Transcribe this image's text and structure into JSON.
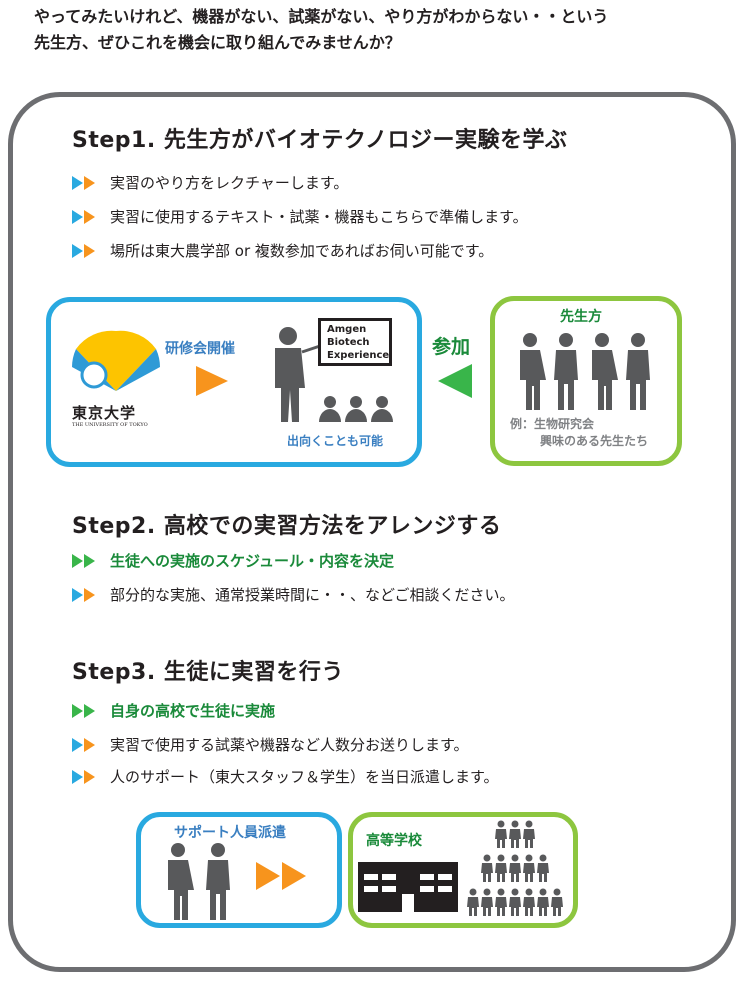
{
  "intro": {
    "line1": "やってみたいけれど、機器がない、試薬がない、やり方がわからない・・という",
    "line2": "先生方、ぜひこれを機会に取り組んでみませんか？"
  },
  "step1": {
    "title": "Step1. 先生方がバイオテクノロジー実験を学ぶ",
    "bullets": [
      "実習のやり方をレクチャーします。",
      "実習に使用するテキスト・試薬・機器もこちらで準備します。",
      "場所は東大農学部 or 複数参加であればお伺い可能です。"
    ],
    "diagram": {
      "univ_name": "東京大学",
      "univ_sub": "THE UNIVERSITY OF TOKYO",
      "seminar_label": "研修会開催",
      "board_text": [
        "Amgen",
        "Biotech",
        "Experience"
      ],
      "visit_label": "出向くことも可能",
      "join_label": "参加",
      "teachers_label": "先生方",
      "example_line1": "例：生物研究会",
      "example_line2": "興味のある先生たち"
    }
  },
  "step2": {
    "title": "Step2. 高校での実習方法をアレンジする",
    "highlight": "生徒への実施のスケジュール・内容を決定",
    "bullets": [
      "部分的な実施、通常授業時間に・・、などご相談ください。"
    ]
  },
  "step3": {
    "title": "Step3. 生徒に実習を行う",
    "highlight": "自身の高校で生徒に実施",
    "bullets": [
      "実習で使用する試薬や機器など人数分お送りします。",
      "人のサポート（東大スタッフ＆学生）を当日派遣します。"
    ],
    "diagram": {
      "support_label": "サポート人員派遣",
      "school_label": "高等学校"
    }
  },
  "colors": {
    "blue": "#29a9e0",
    "orange": "#f7941d",
    "green": "#39b54a",
    "green_border": "#8dc63f",
    "gray_frame": "#6d6e71",
    "people": "#58595b"
  }
}
